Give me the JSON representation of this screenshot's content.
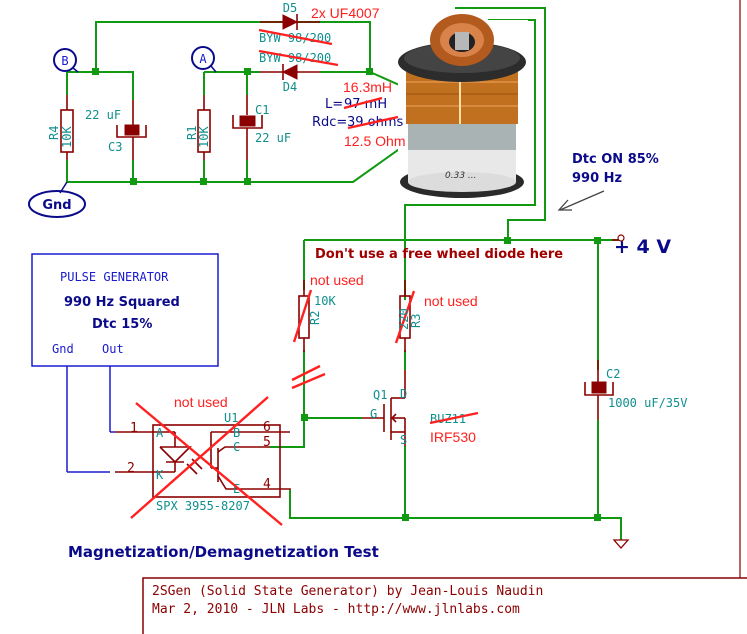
{
  "diagram": {
    "title": "Magnetization/Demagnetization Test",
    "credits": {
      "line1": "2SGen (Solid State Generator) by Jean-Louis Naudin",
      "line2": "Mar 2, 2010 - JLN Labs - http://www.jlnlabs.com"
    },
    "nodes": {
      "b": "B",
      "a": "A",
      "gnd": "Gnd"
    },
    "diodes": {
      "d5_ref": "D5",
      "d4_ref": "D4",
      "new_part": "2x UF4007",
      "old_part_1": "BYW 98/200",
      "old_part_2": "BYW 98/200"
    },
    "coil": {
      "new_inductance": "16.3mH",
      "old_inductance_prefix": "L=",
      "old_inductance": "97 mH",
      "old_rdc_prefix": "Rdc=",
      "old_rdc": "39 ohms",
      "new_rdc": "12.5 Ohm"
    },
    "components": {
      "r4_ref": "R4",
      "r4_val": "10K",
      "c3_ref": "C3",
      "c3_val": "22 uF",
      "r1_ref": "R1",
      "r1_val": "10K",
      "c1_ref": "C1",
      "c1_val": "22 uF",
      "r2_ref": "R2",
      "r2_val": "10K",
      "r3_ref": "R3",
      "r3_val": "220",
      "q1_ref": "Q1",
      "q1_old": "BUZ11",
      "q1_new": "IRF530",
      "q1_gate": "G",
      "q1_drain": "D",
      "q1_source": "S",
      "c2_ref": "C2",
      "c2_val": "1000 uF/35V",
      "u1_ref": "U1",
      "u1_part": "SPX 3955-8207",
      "u1_pins": {
        "p1": "1",
        "p2": "2",
        "p4": "4",
        "p5": "5",
        "p6": "6",
        "a": "A",
        "k": "K",
        "b": "B",
        "c": "C",
        "e": "E"
      }
    },
    "annotations": {
      "duty_on": "Dtc ON 85%",
      "duty_freq": "990 Hz",
      "supply": "+ 4 V",
      "warning": "Don't use a free wheel diode here",
      "not_used_r2": "not used",
      "not_used_r3": "not used",
      "not_used_u1": "not used"
    },
    "pulse_generator": {
      "title": "PULSE GENERATOR",
      "freq": "990 Hz Squared",
      "duty": "Dtc 15%",
      "pin_gnd": "Gnd",
      "pin_out": "Out"
    },
    "colors": {
      "wire": "#119911",
      "component": "#8b0000",
      "label": "#108f8f",
      "strike": "#ff2020",
      "annotation": "#0a0a8a"
    }
  }
}
